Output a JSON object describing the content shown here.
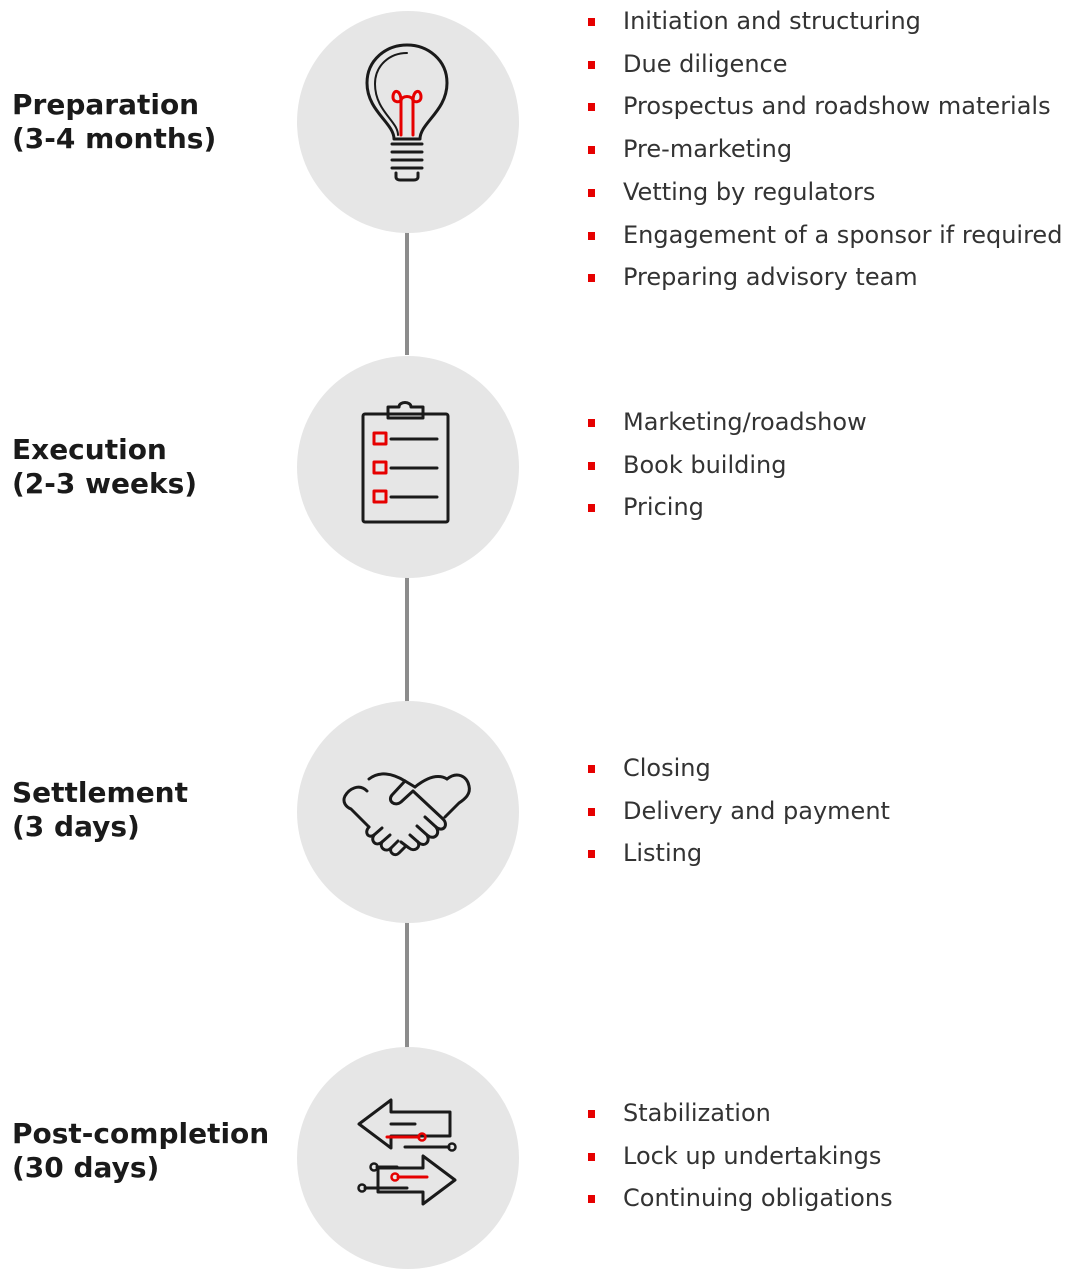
{
  "stages": [
    {
      "title": "Preparation",
      "duration": "(3-4 months)",
      "icon": "lightbulb-icon",
      "tasks": [
        "Initiation and structuring",
        "Due diligence",
        "Prospectus and roadshow materials",
        "Pre-marketing",
        "Vetting by regulators",
        "Engagement of a sponsor if required",
        "Preparing advisory team"
      ]
    },
    {
      "title": "Execution",
      "duration": "(2-3 weeks)",
      "icon": "clipboard-checklist-icon",
      "tasks": [
        "Marketing/roadshow",
        "Book building",
        "Pricing"
      ]
    },
    {
      "title": "Settlement",
      "duration": "(3 days)",
      "icon": "handshake-icon",
      "tasks": [
        "Closing",
        "Delivery and payment",
        "Listing"
      ]
    },
    {
      "title": "Post-completion",
      "duration": "(30 days)",
      "icon": "exchange-arrows-icon",
      "tasks": [
        "Stabilization",
        "Lock up undertakings",
        "Continuing obligations"
      ]
    }
  ],
  "colors": {
    "accent": "#e60000",
    "circle": "#e6e6e6",
    "connector": "#8c8c8c",
    "icon_stroke": "#1a1a1a",
    "text": "#1a1a1a"
  }
}
